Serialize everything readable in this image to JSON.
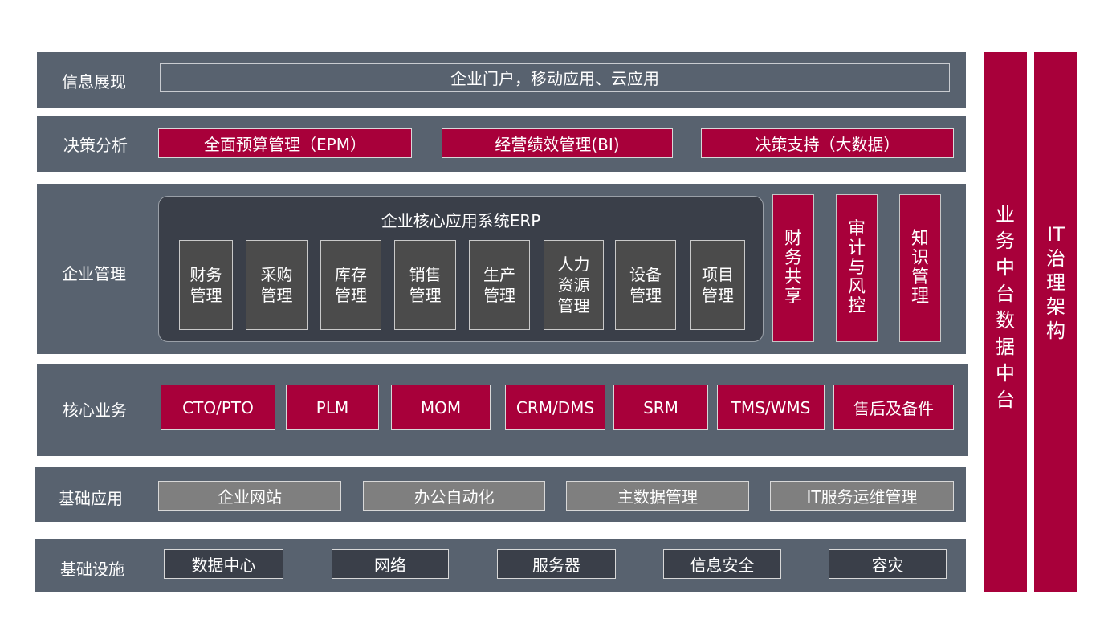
{
  "colors": {
    "layer_bg": "#58626f",
    "accent_red": "#a8003a",
    "erp_bg": "#3a3f49",
    "module_bg": "#4b4b4b",
    "basic_app_bg": "#7f7f7f",
    "infra_bg": "#3a3f49"
  },
  "layers": {
    "presentation": {
      "label": "信息展现",
      "items": [
        "企业门户，移动应用、云应用"
      ]
    },
    "decision": {
      "label": "决策分析",
      "items": [
        "全面预算管理（EPM）",
        "经营绩效管理(BI)",
        "决策支持（大数据）"
      ]
    },
    "enterprise": {
      "label": "企业管理",
      "erp_title": "企业核心应用系统ERP",
      "modules": [
        "财务管理",
        "采购管理",
        "库存管理",
        "销售管理",
        "生产管理",
        "人力资源管理",
        "设备管理",
        "项目管理"
      ],
      "side_items": [
        "财务共享",
        "审计与风控",
        "知识管理"
      ]
    },
    "core": {
      "label": "核心业务",
      "items": [
        "CTO/PTO",
        "PLM",
        "MOM",
        "CRM/DMS",
        "SRM",
        "TMS/WMS",
        "售后及备件"
      ]
    },
    "basic_apps": {
      "label": "基础应用",
      "items": [
        "企业网站",
        "办公自动化",
        "主数据管理",
        "IT服务运维管理"
      ]
    },
    "infrastructure": {
      "label": "基础设施",
      "items": [
        "数据中心",
        "网络",
        "服务器",
        "信息安全",
        "容灾"
      ]
    }
  },
  "pillars": [
    "业务中台 数据中台",
    "IT治理架构"
  ]
}
